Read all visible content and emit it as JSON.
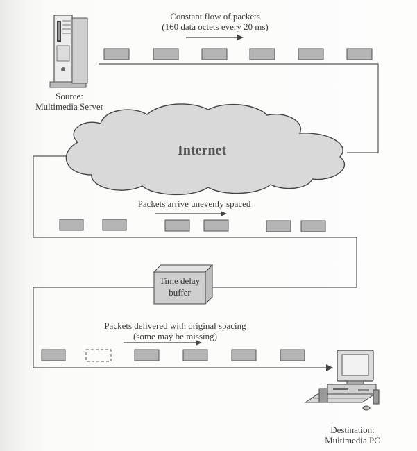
{
  "source": {
    "caption_line1": "Source:",
    "caption_line2": "Multimedia Server",
    "icon": "server-tower-icon"
  },
  "stage1": {
    "label_line1": "Constant flow of packets",
    "label_line2": "(160 data octets every 20 ms)"
  },
  "network": {
    "label": "Internet",
    "icon": "cloud-icon"
  },
  "stage2": {
    "label": "Packets arrive unevenly spaced"
  },
  "buffer": {
    "label_line1": "Time delay",
    "label_line2": "buffer"
  },
  "stage3": {
    "label_line1": "Packets delivered with original spacing",
    "label_line2": "(some may be missing)"
  },
  "destination": {
    "caption_line1": "Destination:",
    "caption_line2": "Multimedia PC",
    "icon": "desktop-computer-icon"
  },
  "colors": {
    "packet_fill": "#b4b4b4",
    "packet_stroke": "#555555",
    "cloud_fill": "#d9d9d9",
    "line": "#444444"
  }
}
